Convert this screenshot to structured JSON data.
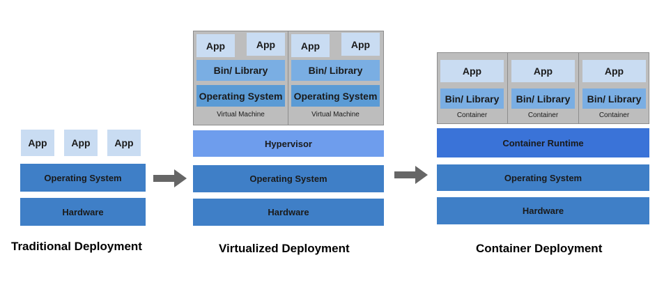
{
  "traditional": {
    "title": "Traditional Deployment",
    "apps": [
      "App",
      "App",
      "App"
    ],
    "os": "Operating System",
    "hardware": "Hardware"
  },
  "virtualized": {
    "title": "Virtualized Deployment",
    "vms": [
      {
        "apps": [
          "App",
          "App"
        ],
        "bin": "Bin/ Library",
        "os": "Operating System",
        "label": "Virtual Machine"
      },
      {
        "apps": [
          "App",
          "App"
        ],
        "bin": "Bin/ Library",
        "os": "Operating System",
        "label": "Virtual Machine"
      }
    ],
    "hypervisor": "Hypervisor",
    "os": "Operating System",
    "hardware": "Hardware"
  },
  "container": {
    "title": "Container Deployment",
    "containers": [
      {
        "app": "App",
        "bin": "Bin/ Library",
        "label": "Container"
      },
      {
        "app": "App",
        "bin": "Bin/ Library",
        "label": "Container"
      },
      {
        "app": "App",
        "bin": "Bin/ Library",
        "label": "Container"
      }
    ],
    "runtime": "Container Runtime",
    "os": "Operating System",
    "hardware": "Hardware"
  },
  "colors": {
    "app": "#c9dcf2",
    "bin": "#7aaee3",
    "layer": "#3f7fc7",
    "hypervisor": "#6e9ded",
    "runtime": "#3a73d8",
    "frame": "#bdbdbd",
    "arrow": "#666666"
  }
}
